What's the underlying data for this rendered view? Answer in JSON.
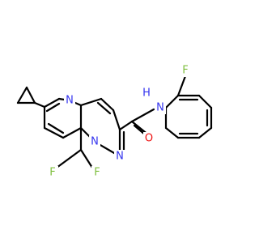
{
  "molecule": {
    "atoms": {
      "n_pyrimidine": "N",
      "n_bridge": "N",
      "n_pyrazole": "N",
      "n_amide": "N",
      "h_amide": "H",
      "o_carbonyl": "O",
      "f_aryl": "F",
      "f_left": "F",
      "f_right": "F"
    },
    "colors": {
      "bond": "#000000",
      "nitrogen": "#3333ee",
      "oxygen": "#ee1111",
      "fluorine": "#7fbf3f"
    }
  }
}
